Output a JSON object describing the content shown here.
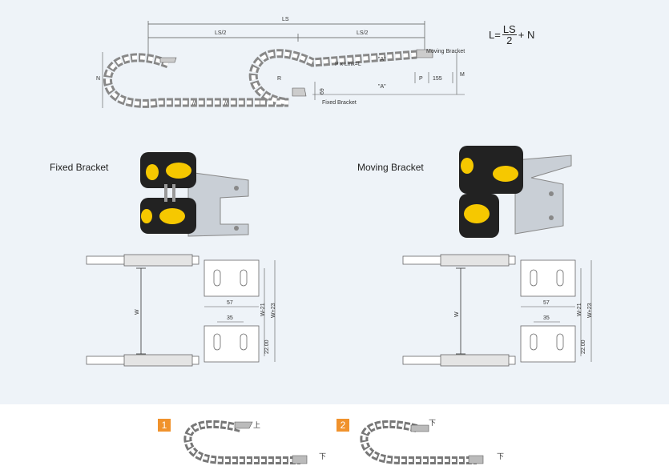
{
  "top_diagram": {
    "ls": "LS",
    "ls_half_left": "LS/2",
    "ls_half_right": "LS/2",
    "n_label": "N",
    "r_label": "R",
    "link_label": "P x Link=L",
    "a_label_top": "\"A\"",
    "a_label_bottom": "\"A\"",
    "moving_bracket": "Moving Bracket",
    "fixed_bracket": "Fixed Bracket",
    "p_label": "P",
    "dim_155": "155",
    "m_label": "M",
    "dim_69": "69"
  },
  "formula": {
    "lhs": "L=",
    "numerator": "LS",
    "denominator": "2",
    "rhs": "+ N"
  },
  "fixed_section": {
    "title": "Fixed Bracket",
    "w": "W",
    "dim_57": "57",
    "dim_35": "35",
    "w21": "W-21",
    "w23": "W+23",
    "dim_22": "22.00"
  },
  "moving_section": {
    "title": "Moving Bracket",
    "w": "W",
    "dim_57": "57",
    "dim_35": "35",
    "w21": "W-21",
    "w23": "W+23",
    "dim_22": "22.00"
  },
  "mounting": {
    "option1": {
      "num": "1",
      "top": "上",
      "bottom": "下"
    },
    "option2": {
      "num": "2",
      "top": "下",
      "bottom": "下"
    }
  },
  "colors": {
    "accent": "#f0922c",
    "yellow": "#f6c800",
    "metal": "#c9cfd6"
  }
}
